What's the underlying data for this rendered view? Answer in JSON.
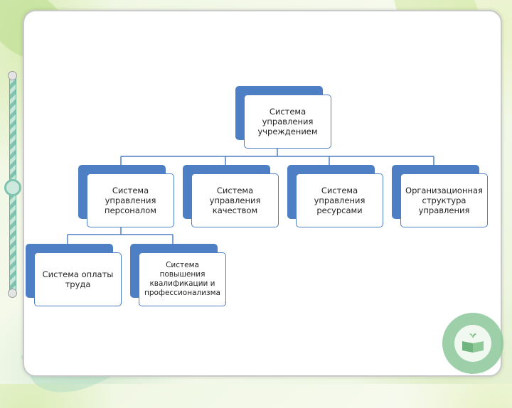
{
  "diagram": {
    "root": "Система\nуправления\nучреждением",
    "level1": [
      "Система\nуправления\nперсоналом",
      "Система\nуправления\nкачеством",
      "Система\nуправления\nресурсами",
      "Организационная\nструктура\nуправления"
    ],
    "level2": [
      "Система оплаты\nтруда",
      "Система\nповышения\nквалификации и\nпрофессионализма"
    ]
  },
  "colors": {
    "box_border": "#4e7fc4",
    "box_back": "#4e7fc4",
    "connector": "#4e7fc4"
  },
  "decor": {
    "logo_icon": "open-book-sprout-emblem"
  }
}
